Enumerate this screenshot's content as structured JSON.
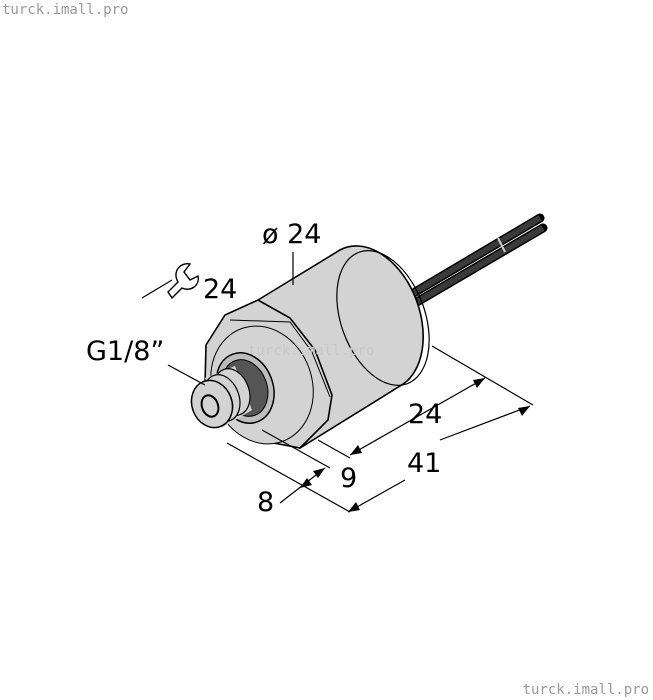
{
  "watermark": "turck.imall.pro",
  "dimensions": {
    "diameter": "ø 24",
    "wrench_size": "24",
    "thread": "G1/8”",
    "body_length": "24",
    "total_length": "41",
    "hex_length": "9",
    "thread_length": "8"
  },
  "colors": {
    "body": "#d3d3d3",
    "cable": "#3a3a3a",
    "line": "#000000"
  }
}
